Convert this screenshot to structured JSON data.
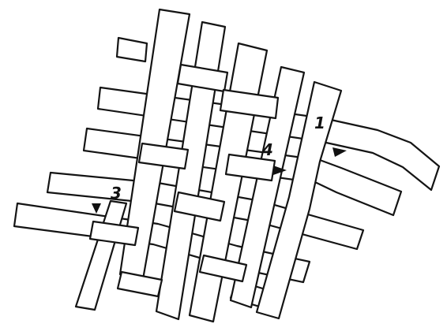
{
  "labels": {
    "m1": "1",
    "m3": "3",
    "m4": "4"
  },
  "icons": {
    "arrow1": "triangle-right-icon",
    "arrow3": "triangle-down-icon",
    "arrow4": "triangle-right-icon"
  },
  "colors": {
    "ink": "#141414",
    "paper": "#ffffff"
  }
}
